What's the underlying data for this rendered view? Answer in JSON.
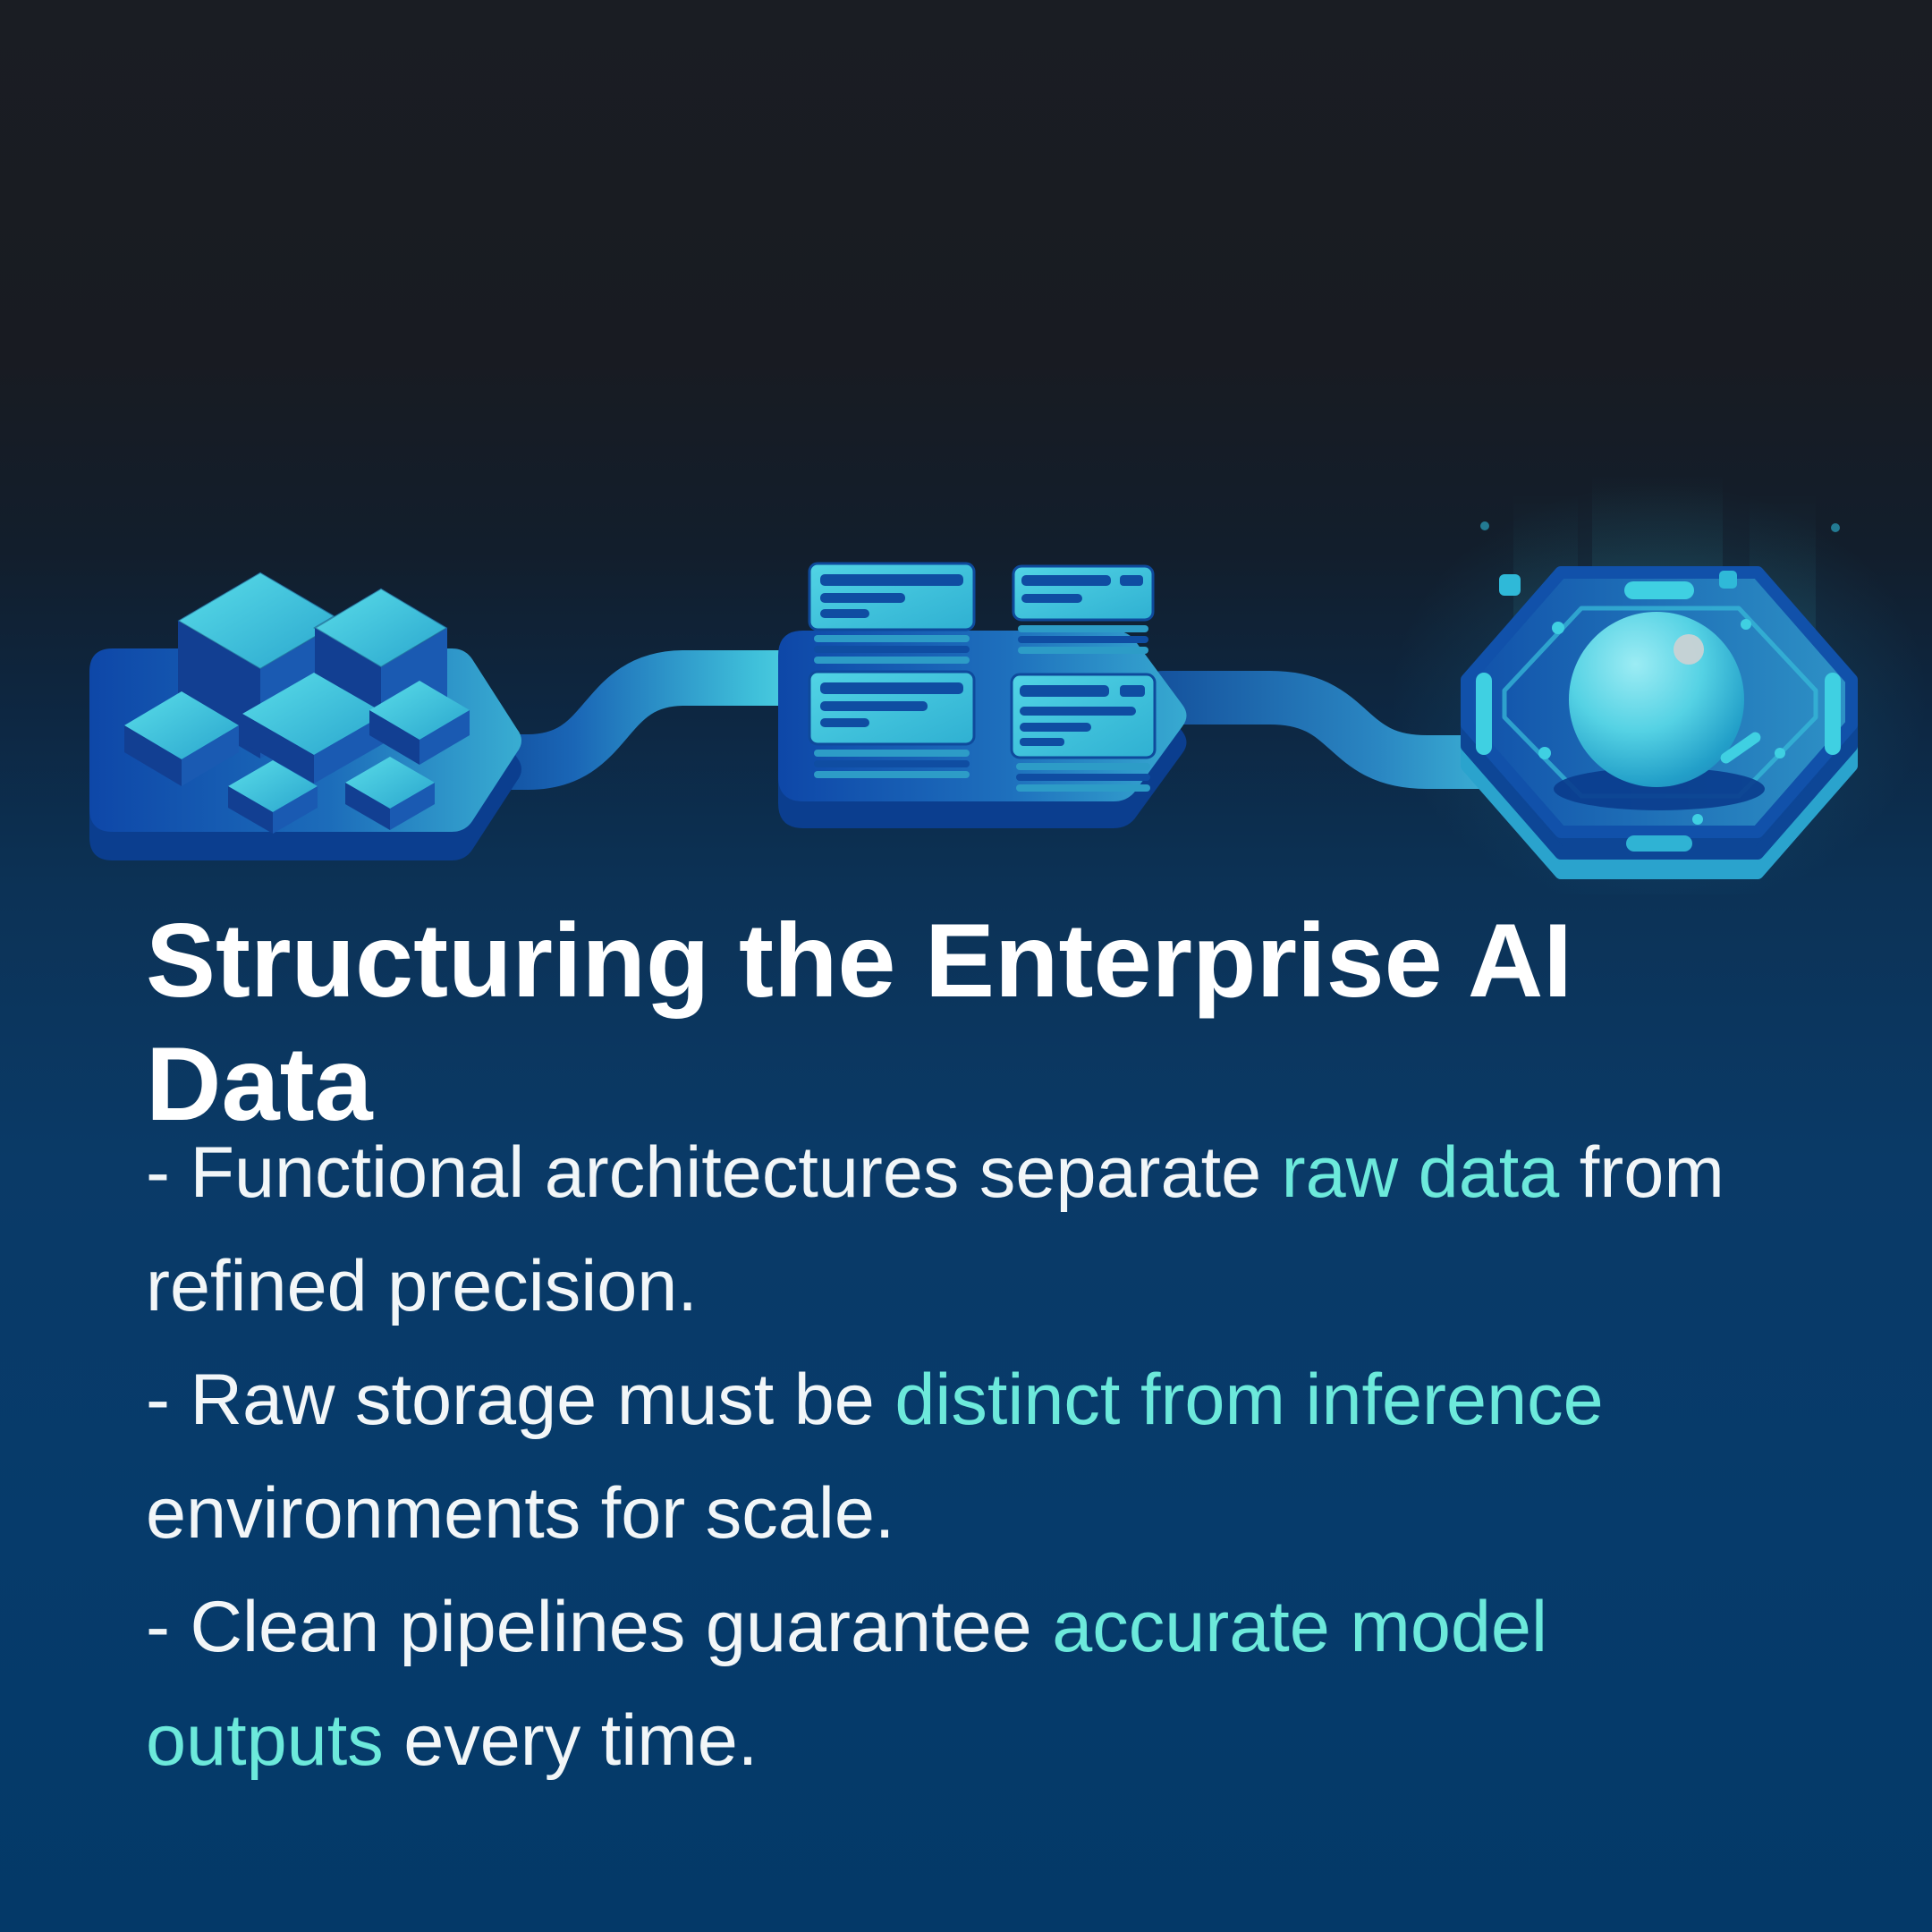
{
  "title": {
    "text": "Structuring the Enterprise AI Data",
    "lines": [
      "Structuring the Enterprise AI",
      "Data"
    ]
  },
  "bullets": [
    {
      "text": "- Functional architectures separate raw data from refined precision.",
      "lines": [
        [
          {
            "t": "- Functional architectures separate ",
            "hl": false
          },
          {
            "t": "raw data",
            "hl": true
          },
          {
            "t": " from",
            "hl": false
          }
        ],
        [
          {
            "t": "refined precision.",
            "hl": false
          }
        ]
      ]
    },
    {
      "text": "- Raw storage must be distinct from inference environments for scale.",
      "lines": [
        [
          {
            "t": "- Raw storage must be ",
            "hl": false
          },
          {
            "t": "distinct from inference",
            "hl": true
          }
        ],
        [
          {
            "t": "environments for scale.",
            "hl": false
          }
        ]
      ]
    },
    {
      "text": "- Clean pipelines guarantee accurate model outputs every time.",
      "lines": [
        [
          {
            "t": "- Clean pipelines guarantee ",
            "hl": false
          },
          {
            "t": "accurate model",
            "hl": true
          }
        ],
        [
          {
            "t": "outputs",
            "hl": true
          },
          {
            "t": " every time.",
            "hl": false
          }
        ]
      ]
    }
  ],
  "illustration": {
    "icons": [
      {
        "name": "raw-data-cubes-icon"
      },
      {
        "name": "document-stacks-icon"
      },
      {
        "name": "ai-core-icon"
      }
    ],
    "pipes": [
      "pipe-left",
      "pipe-right"
    ]
  },
  "colors": {
    "background_top": "#1a1d23",
    "background_bottom": "#043968",
    "accent_teal": "#6ce9db",
    "title_text": "#ffffff",
    "body_text": "#f2f6f8",
    "platform_blue": "#1150a9",
    "cube_top_teal": "#4fd6e6",
    "card_teal": "#3fc7de",
    "sphere_teal": "#55d2e4"
  }
}
